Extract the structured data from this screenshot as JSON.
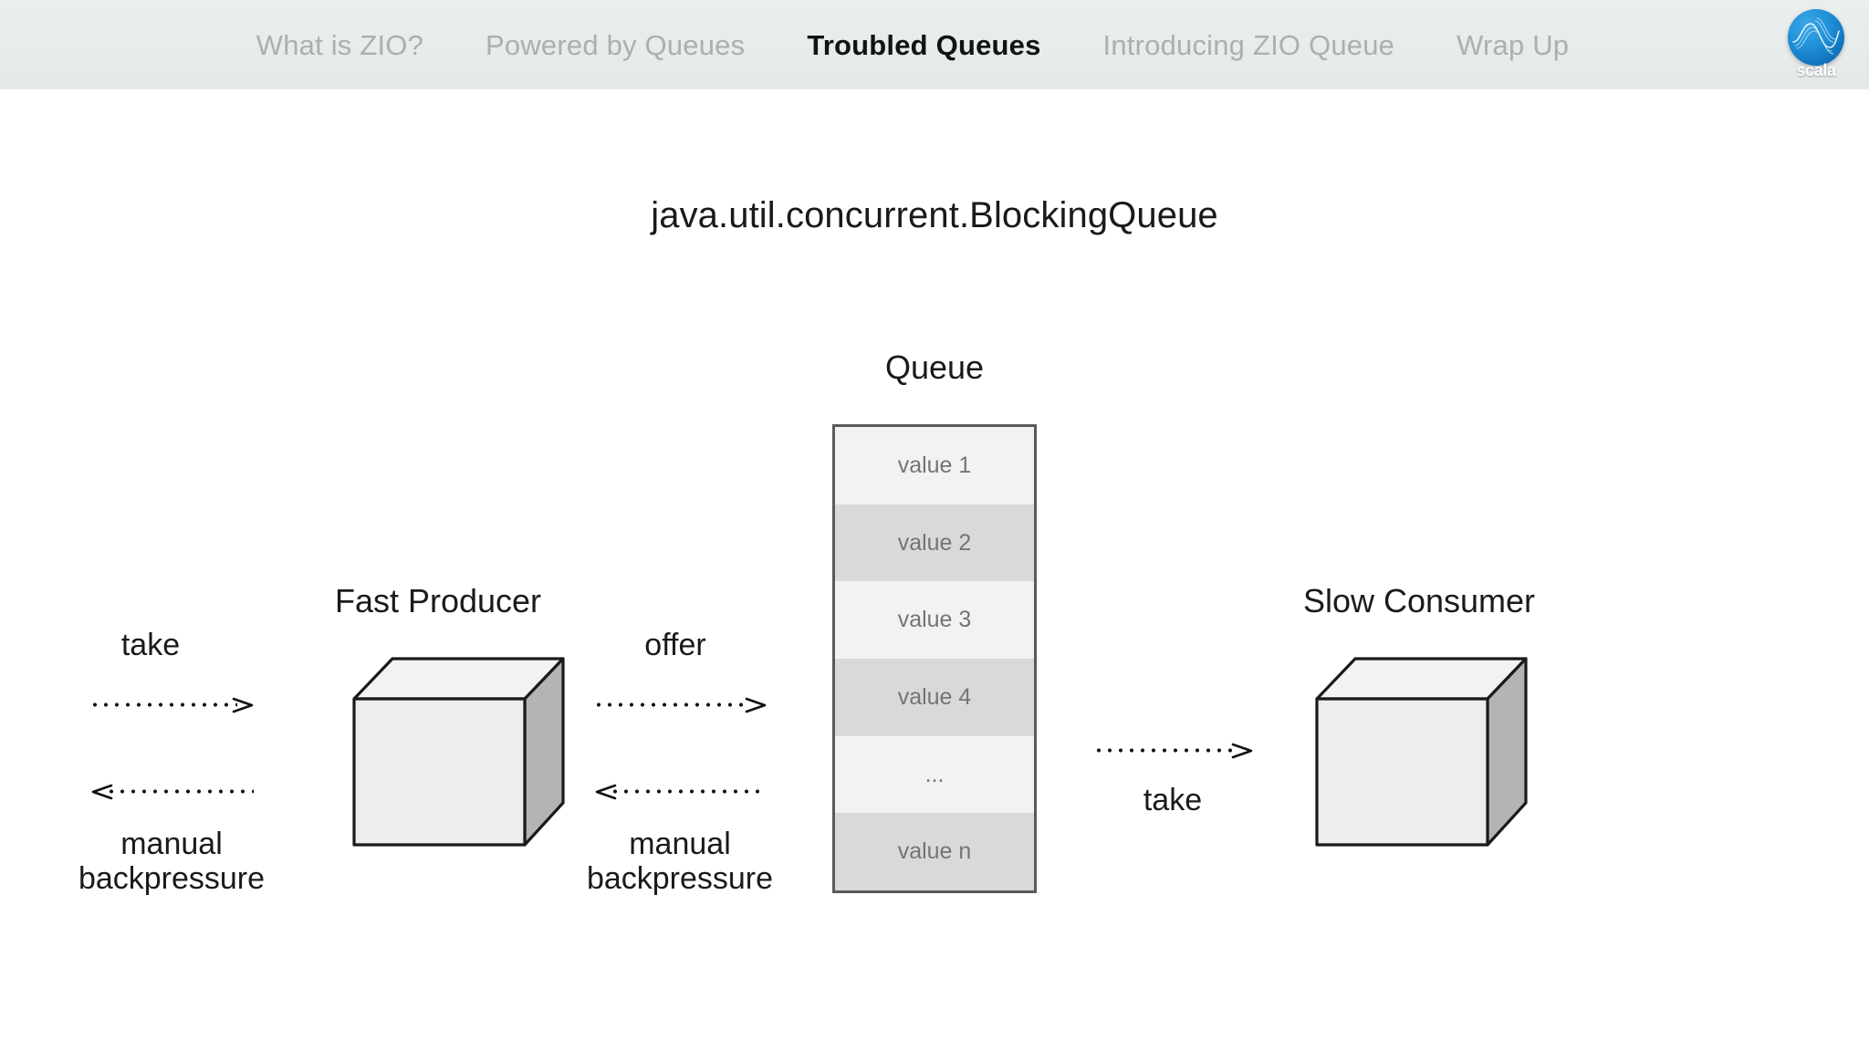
{
  "nav": {
    "items": [
      {
        "label": "What is ZIO?",
        "active": false
      },
      {
        "label": "Powered by Queues",
        "active": false
      },
      {
        "label": "Troubled Queues",
        "active": true
      },
      {
        "label": "Introducing ZIO Queue",
        "active": false
      },
      {
        "label": "Wrap Up",
        "active": false
      }
    ],
    "bar_color": "#e8ecec",
    "inactive_color": "#a9b0b0",
    "active_color": "#111315"
  },
  "logo": {
    "text": "scala",
    "icon": "scala-logo-icon",
    "color": "#1f8fd8"
  },
  "slide": {
    "title": "java.util.concurrent.BlockingQueue",
    "queue": {
      "label": "Queue",
      "cells": [
        {
          "text": "value 1",
          "shade": "light"
        },
        {
          "text": "value 2",
          "shade": "dark"
        },
        {
          "text": "value 3",
          "shade": "light"
        },
        {
          "text": "value 4",
          "shade": "dark"
        },
        {
          "text": "...",
          "shade": "light"
        },
        {
          "text": "value n",
          "shade": "dark"
        }
      ],
      "border_color": "#5a5a5a",
      "light_color": "#f2f2f2",
      "dark_color": "#d9d9d9",
      "text_color": "#747474"
    },
    "producer": {
      "label": "Fast Producer",
      "icon": "cube-icon"
    },
    "consumer": {
      "label": "Slow Consumer",
      "icon": "cube-icon"
    },
    "edges": [
      {
        "id": "left-take",
        "top_label": "take",
        "bottom_label": "manual\nbackpressure",
        "bottom_label_line1": "manual",
        "bottom_label_line2": "backpressure",
        "forward_direction": "right",
        "reverse_direction": "left"
      },
      {
        "id": "producer-offer",
        "top_label": "offer",
        "bottom_label_line1": "manual",
        "bottom_label_line2": "backpressure",
        "forward_direction": "right",
        "reverse_direction": "left"
      },
      {
        "id": "queue-take",
        "top_label": "",
        "bottom_label_line1": "take",
        "bottom_label_line2": "",
        "forward_direction": "right"
      }
    ]
  }
}
